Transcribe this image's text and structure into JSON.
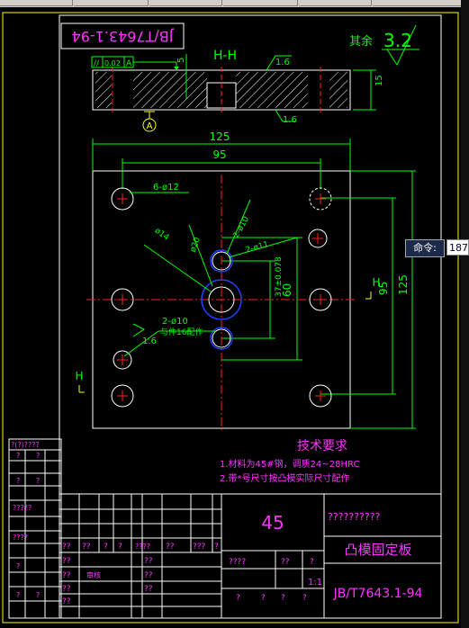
{
  "colors": {
    "magenta": "#ff33ff",
    "yellow": "#ffff00",
    "green": "#00ff00",
    "white": "#ffffff",
    "red": "#ff2020",
    "blue": "#2040ff"
  },
  "header": {
    "drawing_number_mirrored": "JB/T7643.1-94",
    "section_label": "H-H",
    "roughness_rest_label": "其余",
    "roughness_rest_value": "3.2"
  },
  "section_view": {
    "tolerance_symbol": "//",
    "tolerance_value": "0.02",
    "datum_ref": "A",
    "dim_5": "5",
    "dim_15": "15",
    "roughness_1": "1.6",
    "roughness_2": "1.6",
    "datum_label": "A"
  },
  "plan_view": {
    "dim_125_top": "125",
    "dim_95_top": "95",
    "dim_125_side": "125",
    "dim_95_side": "95",
    "dim_60": "60",
    "dim_37": "37±0.078",
    "hole_6x12": "6-ø12",
    "hole_2x10_top": "2-ø10",
    "hole_2x11": "2-ø11",
    "hole_20": "ø20",
    "hole_14": "ø14",
    "hole_2x10_bottom": "2-ø10",
    "hole_2x10_note": "与件16配作",
    "roughness_3": "1.6",
    "section_mark_right": "H",
    "section_mark_left": "H"
  },
  "tech_requirements": {
    "title": "技术要求",
    "line1": "1.材料为45#钢，调质24~28HRC",
    "line2": "2.带*号尺寸按凸模实际尺寸配作"
  },
  "title_block": {
    "material": "45",
    "company_placeholder": "??????????",
    "part_name": "凸模固定板",
    "drawing_number": "JB/T7643.1-94",
    "scale": "1:1",
    "left_col_header": "?(?)????",
    "left_col_q1": "?",
    "left_col_q2": "?",
    "left_col_q3": "?",
    "left_col_q4": "?",
    "left_col_q5": "?????",
    "left_col_q6": "????",
    "left_col_q7": "?",
    "left_col_q8": "?",
    "left_col_q9": "?",
    "row1_a": "??",
    "row1_b": "??",
    "row1_c": "?",
    "row1_d": "?",
    "row1_e": "????",
    "row1_f": "??",
    "row1_g": "???",
    "row1_h": "?",
    "row2_a": "??",
    "row2_b": "??",
    "row3_a": "??",
    "row3_b": "审核",
    "row3_c": "??",
    "row4_a": "??",
    "row4_b": "??",
    "row5_a": "??",
    "right_mid_a": "????",
    "right_mid_b": "??",
    "right_mid_c": "?",
    "right_bot_a": "?",
    "right_bot_b": "?",
    "right_bot_c": "?",
    "right_bot_d": "?"
  },
  "command_bar": {
    "label": "命令:",
    "value": "187"
  }
}
